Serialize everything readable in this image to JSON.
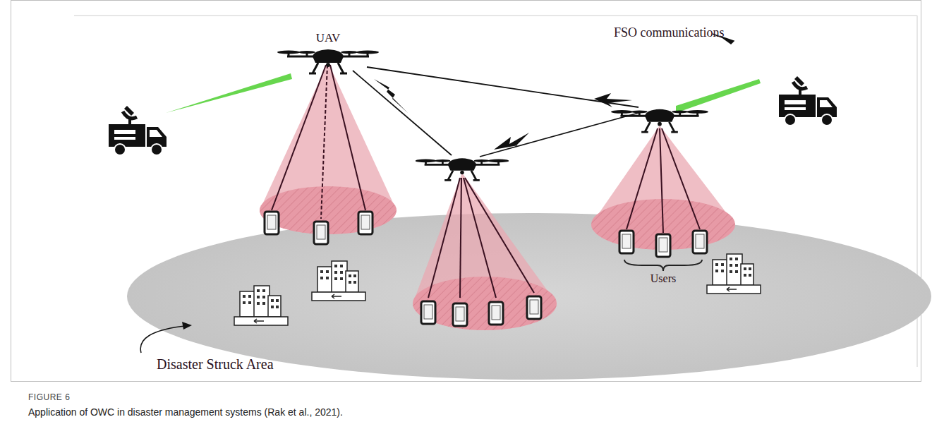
{
  "diagram": {
    "caption": "Application of OWC in disaster management systems (Rak et al., 2021).",
    "labels": [
      "UAV",
      "FSO communications",
      "Users",
      "Disaster Struck Area",
      "FIGURE 6"
    ]
  }
}
